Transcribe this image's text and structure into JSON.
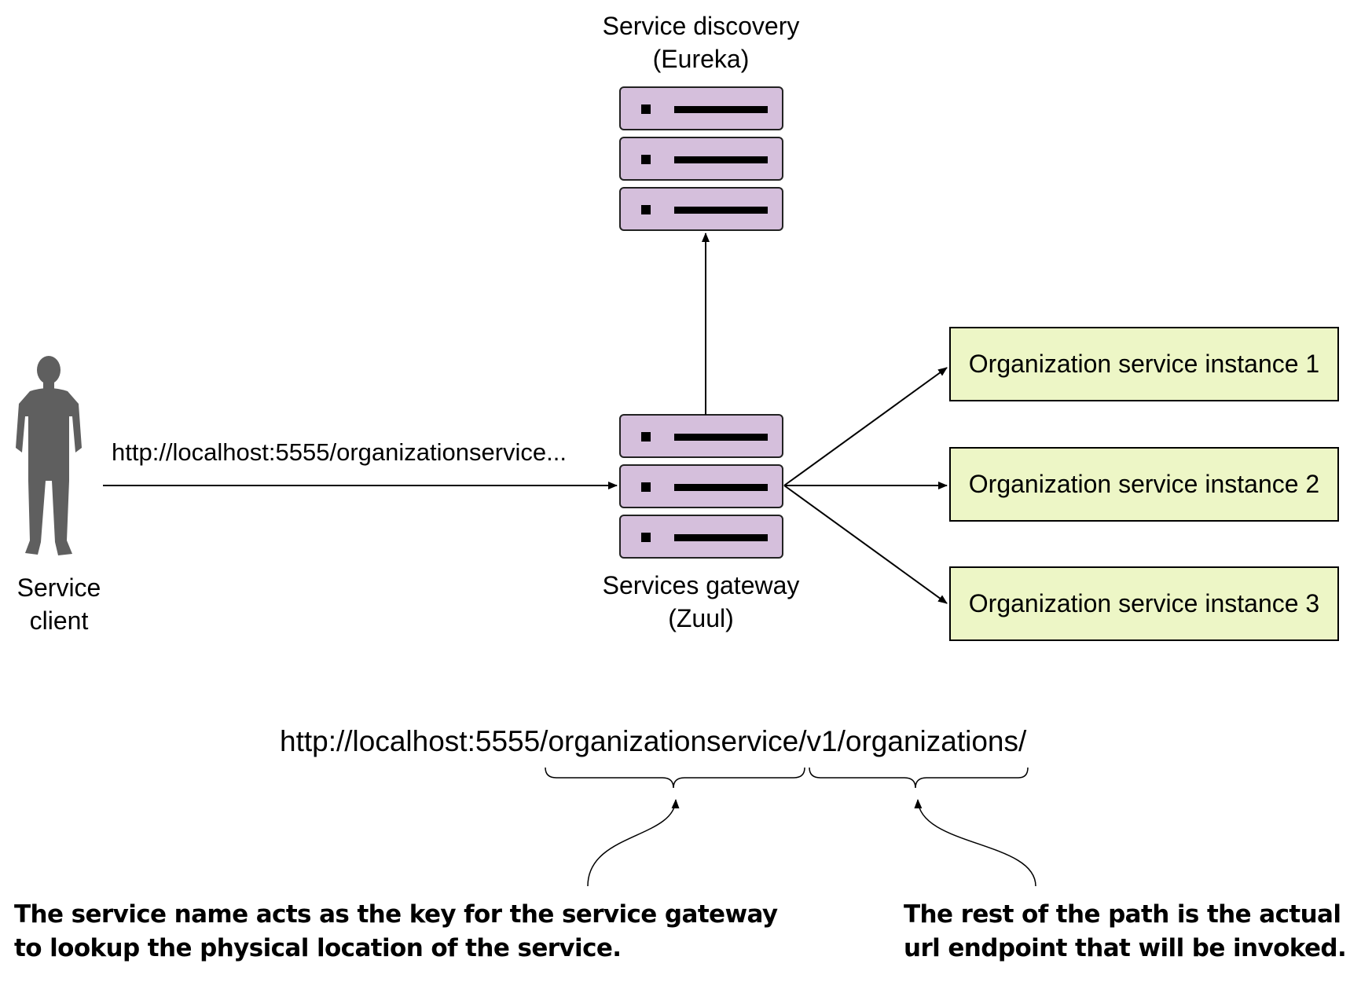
{
  "colors": {
    "server_fill": "#d5bfdc",
    "server_stroke": "#222222",
    "instance_fill": "#edf6c6",
    "person_fill": "#5f5f5f",
    "line": "#000000"
  },
  "nodes": {
    "discovery": {
      "title": "Service discovery",
      "subtitle": "(Eureka)",
      "icon": "server-stack-icon"
    },
    "gateway": {
      "title": "Services gateway",
      "subtitle": "(Zuul)",
      "icon": "server-stack-icon"
    },
    "client": {
      "line1": "Service",
      "line2": "client",
      "icon": "person-icon"
    },
    "instances": [
      {
        "label": "Organization service instance 1"
      },
      {
        "label": "Organization service instance 2"
      },
      {
        "label": "Organization service instance 3"
      }
    ]
  },
  "edges": {
    "client_to_gateway_label": "http://localhost:5555/organizationservice..."
  },
  "url_breakdown": {
    "prefix": "http://localhost:5555/",
    "service_name": "organizationservice",
    "path": "/v1/organizations/"
  },
  "annotations": {
    "service_name": {
      "line1": "The service name acts as the key for the service gateway",
      "line2": "to lookup the physical location of the service."
    },
    "path": {
      "line1": "The rest of the path is the actual",
      "line2": "url endpoint that will be invoked."
    }
  }
}
